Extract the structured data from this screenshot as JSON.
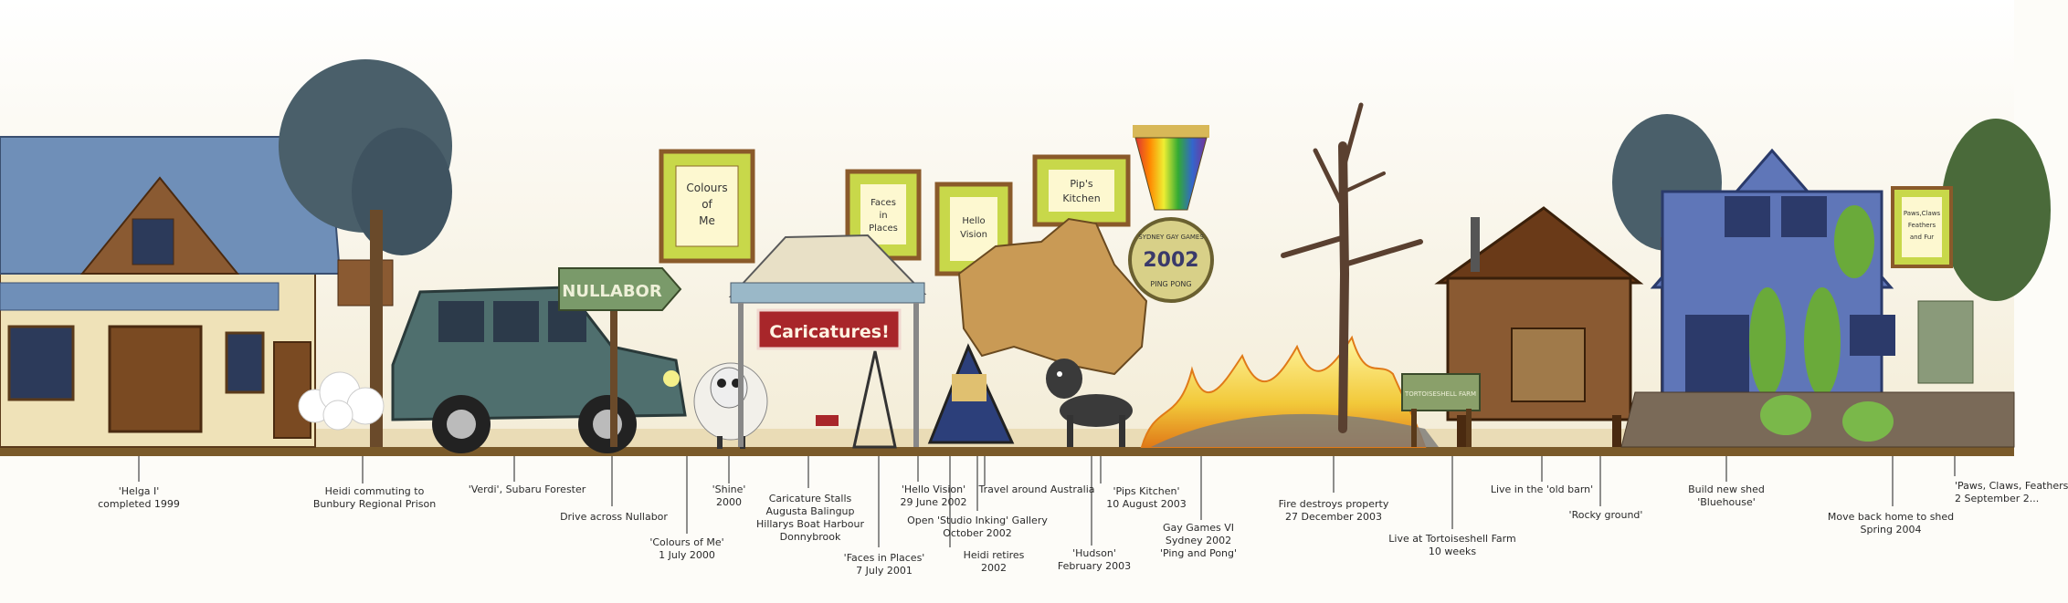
{
  "signs": {
    "nullabor": "NULLABOR",
    "caricatures": "Caricatures!",
    "tortoiseshell": "TORTOISESHELL FARM",
    "medal_top": "SYDNEY GAY GAMES",
    "medal_year": "2002",
    "medal_bottom": "PING PONG"
  },
  "frames": {
    "colours": [
      "Colours",
      "of",
      "Me"
    ],
    "faces": [
      "Faces",
      "in",
      "Places"
    ],
    "vision": [
      "Hello",
      "Vision"
    ],
    "pips": [
      "Pip's",
      "Kitchen"
    ],
    "paws": [
      "Paws,Claws",
      "Feathers",
      "and Fur"
    ]
  },
  "captions": {
    "helga": [
      "'Helga I'",
      "completed 1999"
    ],
    "heidi_commuting": [
      "Heidi commuting to",
      "Bunbury Regional Prison"
    ],
    "verdi": [
      "'Verdi', Subaru Forester"
    ],
    "drive": [
      "Drive across Nullabor"
    ],
    "shine": [
      "'Shine'",
      "2000"
    ],
    "colours": [
      "'Colours of Me'",
      "1 July 2000"
    ],
    "stalls": [
      "Caricature Stalls",
      "Augusta  Balingup",
      "Hillarys Boat Harbour",
      "Donnybrook"
    ],
    "faces": [
      "'Faces in Places'",
      "7 July 2001"
    ],
    "vision": [
      "'Hello Vision'",
      "29 June 2002"
    ],
    "studio": [
      "Open 'Studio Inking' Gallery",
      "October 2002"
    ],
    "retires": [
      "Heidi retires",
      "2002"
    ],
    "travel": [
      "Travel around Australia"
    ],
    "hudson": [
      "'Hudson'",
      "February 2003"
    ],
    "pips": [
      "'Pips Kitchen'",
      "10 August 2003"
    ],
    "gaygames": [
      "Gay Games VI",
      "Sydney 2002",
      "'Ping and Pong'"
    ],
    "fire": [
      "Fire destroys property",
      "27 December 2003"
    ],
    "tortoiseshell": [
      "Live at Tortoiseshell Farm",
      "10 weeks"
    ],
    "oldbarn": [
      "Live in the 'old barn'"
    ],
    "rocky": [
      "'Rocky ground'"
    ],
    "bluehouse": [
      "Build new shed",
      "'Bluehouse'"
    ],
    "moveback": [
      "Move back home to shed",
      "Spring 2004"
    ],
    "paws": [
      "'Paws, Claws, Feathers",
      "2 September 2..."
    ]
  },
  "colors": {
    "roof_blue": "#6f8fb8",
    "house_wood": "#8a5a32",
    "car_teal": "#4f6f6e",
    "frame_green": "#c8d84a",
    "frame_border": "#8a5a2a",
    "fire_yellow": "#f2d43a",
    "fire_orange": "#e98a1e",
    "bluehouse": "#5f76b8",
    "ground": "#7a5a2a"
  },
  "icons": [
    "house-icon",
    "car-icon",
    "sheep-icon",
    "tent-icon",
    "dog-icon",
    "map-icon",
    "medal-icon",
    "tree-icon",
    "barn-icon",
    "fire-icon"
  ]
}
